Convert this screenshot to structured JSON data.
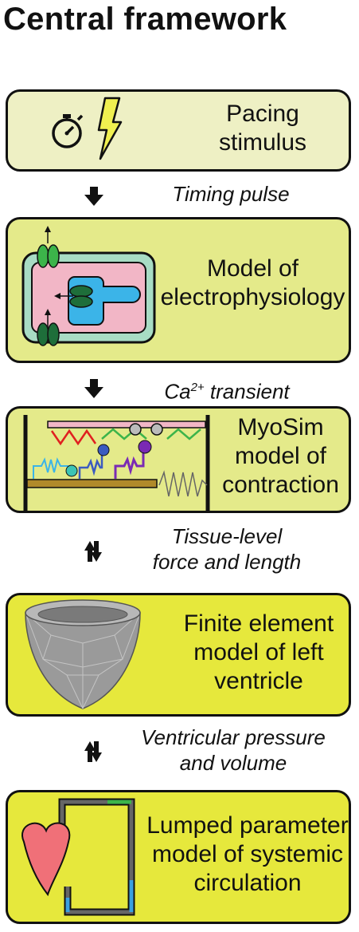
{
  "title": "Central framework",
  "boxes": [
    {
      "lines": [
        "Pacing",
        "stimulus"
      ],
      "fill": "#eef0c4"
    },
    {
      "lines": [
        "Model of",
        "electrophysiology"
      ],
      "fill": "#e4ea8a"
    },
    {
      "lines": [
        "MyoSim",
        "model of",
        "contraction"
      ],
      "fill": "#e4ea8a"
    },
    {
      "lines": [
        "Finite element",
        "model of left",
        "ventricle"
      ],
      "fill": "#e6e83c"
    },
    {
      "lines": [
        "Lumped parameter",
        "model of systemic",
        "circulation"
      ],
      "fill": "#e6e83c"
    }
  ],
  "connectors": [
    {
      "lines": [
        "Timing pulse"
      ],
      "direction": "down"
    },
    {
      "lines": [
        "Ca2+ transient"
      ],
      "ca_base": "Ca",
      "ca_sup": "2+",
      "ca_rest": " transient",
      "direction": "down"
    },
    {
      "lines": [
        "Tissue-level",
        "force and length"
      ],
      "direction": "bidirectional"
    },
    {
      "lines": [
        "Ventricular pressure",
        "and volume"
      ],
      "direction": "bidirectional"
    }
  ],
  "colors": {
    "cell_membrane": "#a8dcc4",
    "cytoplasm": "#f2b6c6",
    "organelle": "#3bb4e8",
    "channel_light": "#3cb44a",
    "channel_dark": "#1e6e3a",
    "thick_filament": "#b08a2a",
    "thin_filament": "#f2b6c6",
    "heart": "#f07078",
    "vessel_gray": "#555555",
    "vessel_green": "#3cb44a",
    "vessel_blue": "#3ba0e0",
    "bolt": "#f0f050"
  }
}
